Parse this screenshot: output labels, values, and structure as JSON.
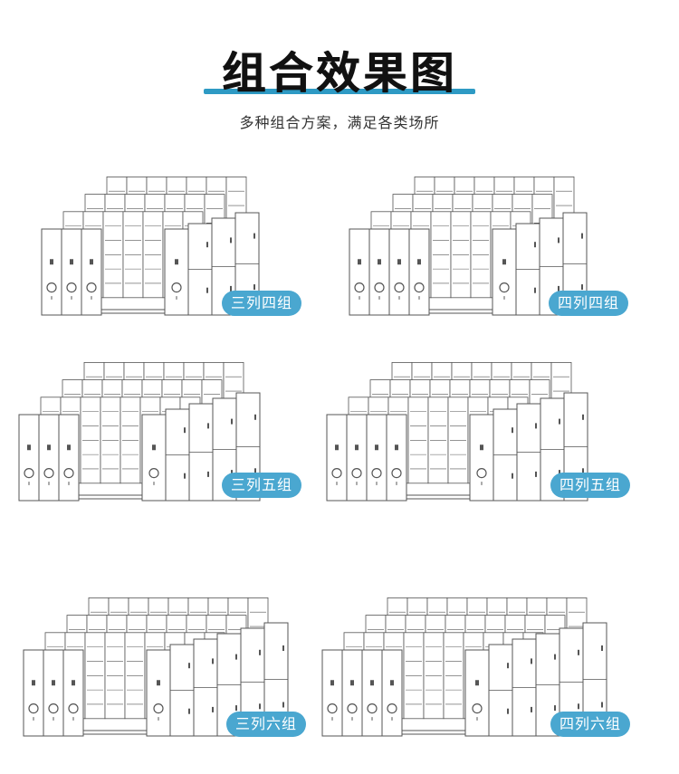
{
  "header": {
    "title": "组合效果图",
    "subtitle": "多种组合方案，满足各类场所"
  },
  "configs": [
    {
      "label": "三列四组",
      "left_units": 3,
      "groups": 4
    },
    {
      "label": "四列四组",
      "left_units": 4,
      "groups": 4
    },
    {
      "label": "三列五组",
      "left_units": 3,
      "groups": 5
    },
    {
      "label": "四列五组",
      "left_units": 4,
      "groups": 5
    },
    {
      "label": "三列六组",
      "left_units": 3,
      "groups": 6
    },
    {
      "label": "四列六组",
      "left_units": 4,
      "groups": 6
    }
  ],
  "colors": {
    "accent": "#2e9ac4",
    "badge": "#4aa7d0",
    "line": "#555555"
  }
}
